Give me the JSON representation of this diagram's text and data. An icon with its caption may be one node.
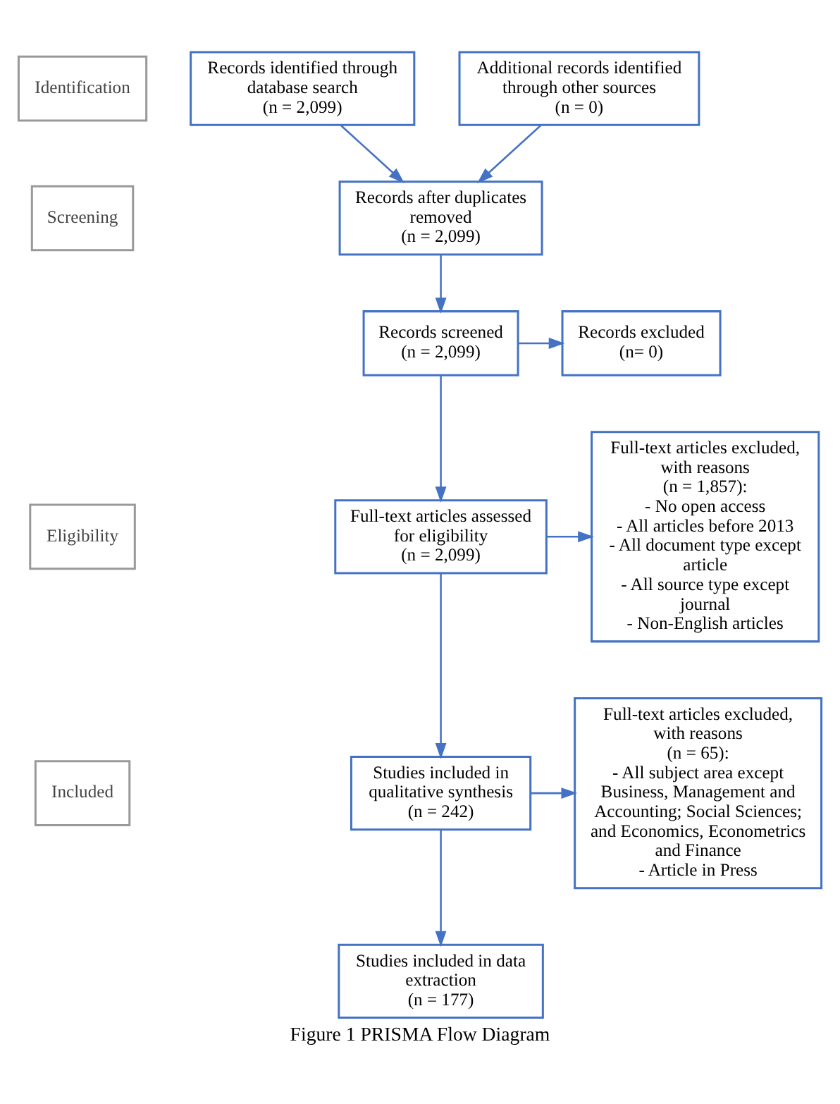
{
  "diagram": {
    "caption": "Figure 1 PRISMA Flow Diagram",
    "nodes": [
      {
        "text": [
          "Identification"
        ]
      },
      {
        "text": [
          "Records identified through database search",
          "(n = 2,099)"
        ]
      },
      {
        "text": [
          "Additional records identified through other sources",
          "(n = 0)"
        ]
      },
      {
        "text": [
          "Screening"
        ]
      },
      {
        "text": [
          "Records after duplicates removed",
          "(n = 2,099)"
        ]
      },
      {
        "text": [
          "Records screened",
          "(n = 2,099)"
        ]
      },
      {
        "text": [
          "Records excluded",
          "(n= 0)"
        ]
      },
      {
        "text": [
          "Eligibility"
        ]
      },
      {
        "text": [
          "Full-text articles assessed for eligibility",
          "(n = 2,099)"
        ]
      },
      {
        "text": [
          "Full-text articles excluded, with reasons",
          "(n = 1,857):",
          "- No open access",
          "- All articles before 2013",
          "- All document type except article",
          "- All source type except journal",
          "- Non-English articles"
        ]
      },
      {
        "text": [
          "Included"
        ]
      },
      {
        "text": [
          "Studies included in qualitative synthesis",
          "(n = 242)"
        ]
      },
      {
        "text": [
          "Full-text articles excluded, with reasons",
          "(n = 65):",
          "- All subject area except Business, Management and Accounting; Social Sciences; and Economics, Econometrics and Finance",
          "- Article in Press"
        ]
      },
      {
        "text": [
          "Studies included in data extraction",
          "(n = 177)"
        ]
      }
    ],
    "edges": [
      {
        "from": 1,
        "to": 4,
        "arrow": "to"
      },
      {
        "from": 2,
        "to": 4,
        "arrow": "to"
      },
      {
        "from": 4,
        "to": 5,
        "arrow": "to"
      },
      {
        "from": 5,
        "to": 6,
        "arrow": "to"
      },
      {
        "from": 5,
        "to": 8,
        "arrow": "to"
      },
      {
        "from": 8,
        "to": 9,
        "arrow": "to"
      },
      {
        "from": 8,
        "to": 11,
        "arrow": "to"
      },
      {
        "from": 11,
        "to": 12,
        "arrow": "to"
      },
      {
        "from": 11,
        "to": 13,
        "arrow": "to"
      }
    ]
  }
}
